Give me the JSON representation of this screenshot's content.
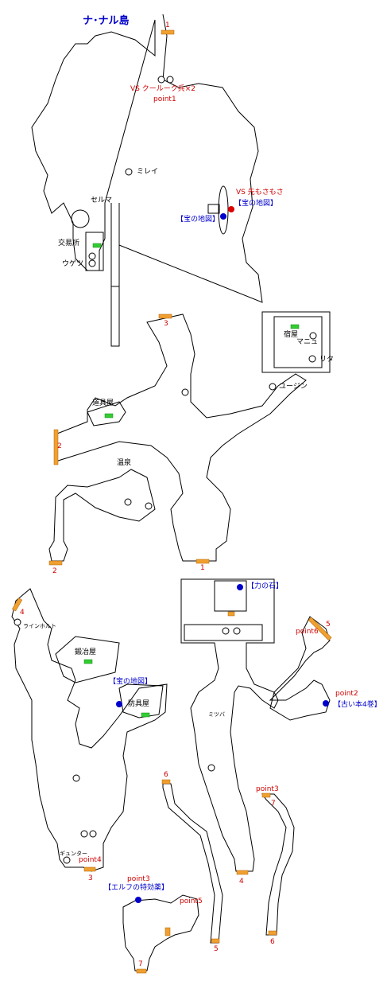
{
  "title": "ナ･ナル島",
  "colors": {
    "outline": "#000000",
    "exit_marker": "#f0a030",
    "shop_marker": "#33cc33",
    "treasure_marker": "#0000cc",
    "boss_marker": "#dd0000",
    "red_text": "#d00000",
    "blue_text": "#0000cc"
  },
  "upper": {
    "exit_1": "1",
    "vs_cool": "VS クールーク兵×2",
    "point1": "point1",
    "mirei": "ミレイ",
    "vs_boss": "VS 先もさもさ",
    "treasure_map_a": "【宝の地図】",
    "treasure_map_b": "【宝の地図】",
    "selma": "セルマ",
    "koeki": "交易所",
    "ugetsu": "ウゲツ"
  },
  "middle": {
    "exit_3": "3",
    "yadoya": "宿屋",
    "manyu": "マニュ",
    "rita": "リタ",
    "yuji": "ユージン",
    "doguya": "道具屋",
    "exit_2_left": "2",
    "onsen": "温泉",
    "exit_2_bottom": "2",
    "exit_1_bottom": "1"
  },
  "lower": {
    "chikara": "【力の石】",
    "exit_4_top": "4",
    "rainhold": "ラインホルト",
    "exit_5_top": "5",
    "point6": "point6",
    "kajiya": "鍛冶屋",
    "treasure_map_c": "【宝の地図】",
    "bouguya": "防具屋",
    "point2": "point2",
    "furui": "【古い本4巻】",
    "mizuba": "ミツバ",
    "exit_6_top": "6",
    "point3_right": "point3",
    "exit_7_right": "7",
    "kyunta": "ギュンター",
    "point4": "point4",
    "exit_3_bottom": "3",
    "exit_4_bottom": "4",
    "point3_left": "point3",
    "elf": "【エルフの特効薬】",
    "point5": "point5",
    "exit_5_bottom": "5",
    "exit_6_bottom": "6",
    "exit_7_bottom": "7"
  }
}
